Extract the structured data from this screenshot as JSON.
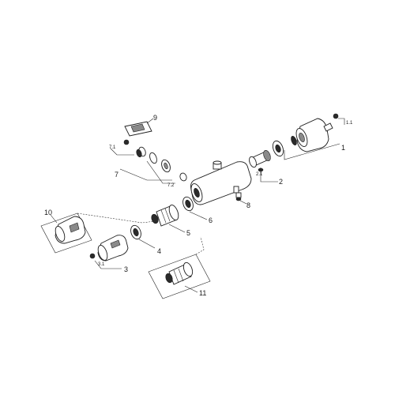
{
  "labels": {
    "p1": "1",
    "p1_1": "1.1",
    "p2": "2",
    "p2_1": "2.1",
    "p3": "3",
    "p3_1": "3.1",
    "p4": "4",
    "p5": "5",
    "p6": "6",
    "p7": "7",
    "p7_1": "7.1",
    "p7_2": "7.2",
    "p8": "8",
    "p9": "9",
    "p10": "10",
    "p11": "11"
  },
  "colors": {
    "background": "#ffffff",
    "ink": "#1e1e1e"
  }
}
